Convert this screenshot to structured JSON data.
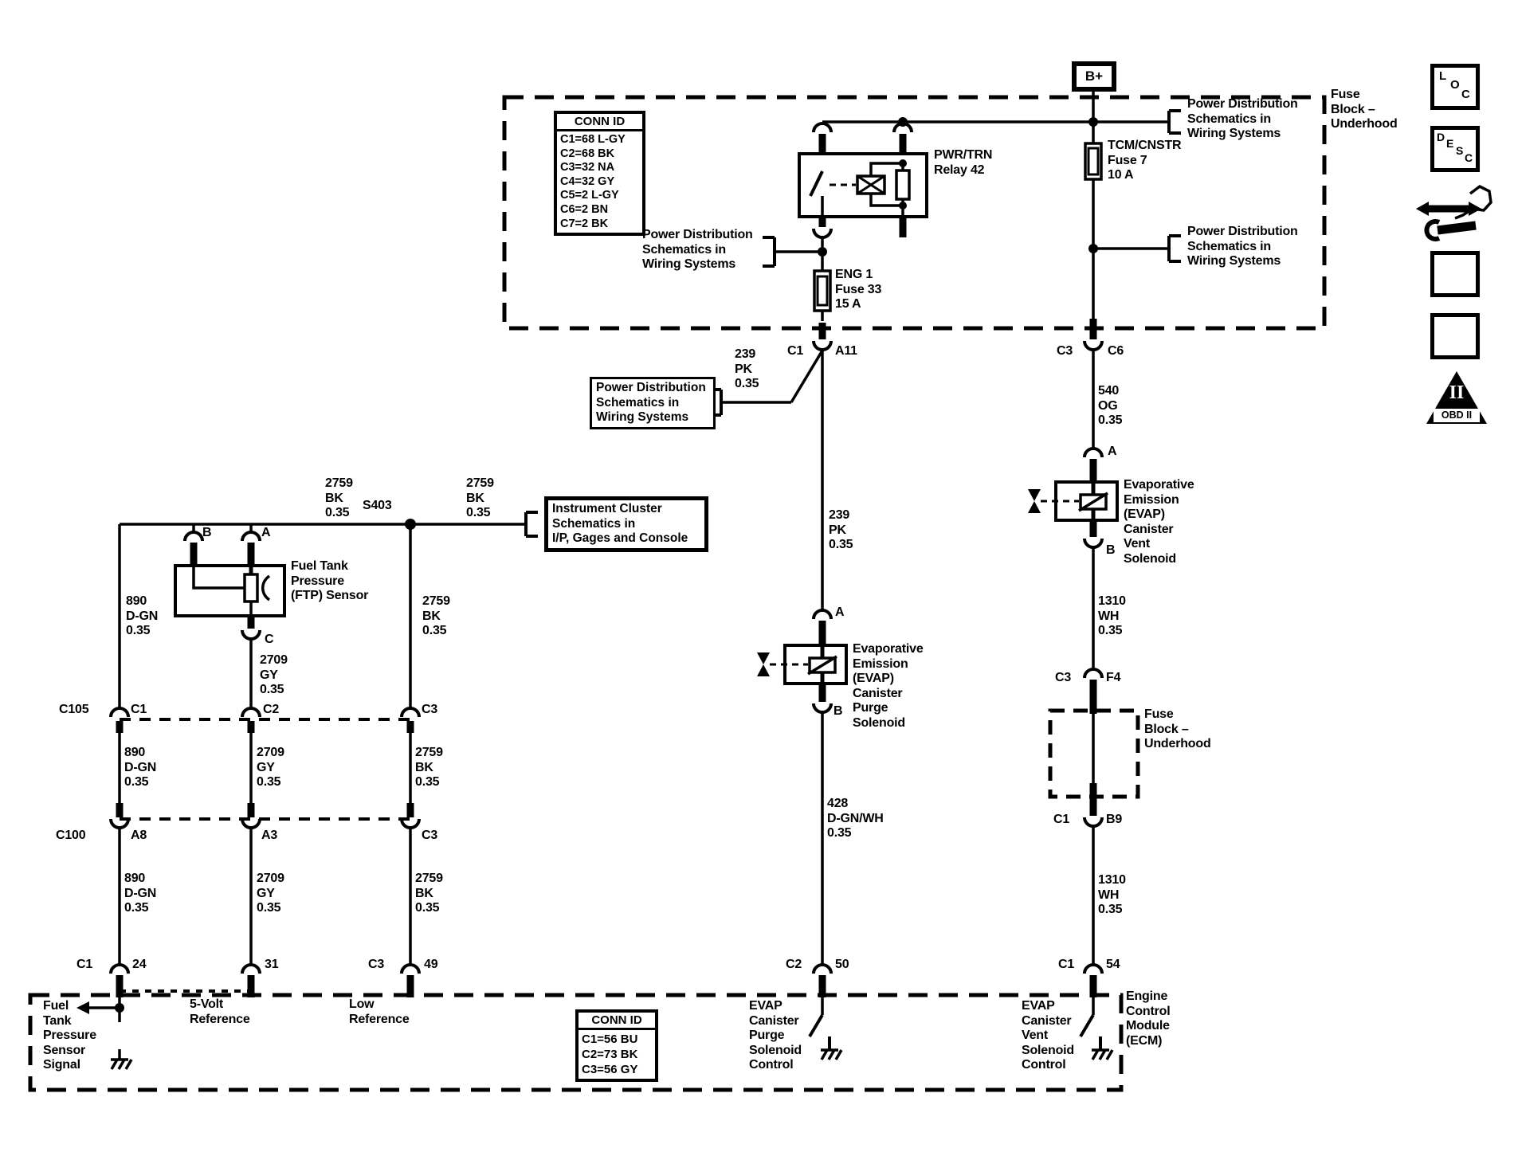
{
  "refs": {
    "power_distribution": "Power Distribution\nSchematics in\nWiring Systems",
    "instrument_cluster": "Instrument Cluster\nSchematics in\nI/P, Gages and Console",
    "fuse_block_underhood": "Fuse\nBlock –\nUnderhood"
  },
  "components": {
    "b_plus": "B+",
    "relay": "PWR/TRN\nRelay 42",
    "tcm_fuse": "TCM/CNSTR\nFuse 7\n10 A",
    "eng_fuse": "ENG 1\nFuse 33\n15 A",
    "ftp_sensor": "Fuel Tank\nPressure\n(FTP) Sensor",
    "evap_purge": "Evaporative\nEmission\n(EVAP)\nCanister\nPurge\nSolenoid",
    "evap_vent": "Evaporative\nEmission\n(EVAP)\nCanister\nVent\nSolenoid",
    "splice": "S403"
  },
  "wires": {
    "w239": "239\nPK\n0.35",
    "w540": "540\nOG\n0.35",
    "w890": "890\nD-GN\n0.35",
    "w2709": "2709\nGY\n0.35",
    "w2759": "2759\nBK\n0.35",
    "w428": "428\nD-GN/WH\n0.35",
    "w1310": "1310\nWH\n0.35"
  },
  "terminals": {
    "a": "A",
    "b": "B",
    "c": "C",
    "c1": "C1",
    "c2": "C2",
    "c3": "C3",
    "c6": "C6",
    "c100": "C100",
    "c105": "C105",
    "a3": "A3",
    "a8": "A8",
    "a11": "A11",
    "b9": "B9",
    "f4": "F4",
    "t24": "24",
    "t31": "31",
    "t49": "49",
    "t50": "50",
    "t54": "54"
  },
  "conn_id_top": {
    "title": "CONN ID",
    "rows": [
      "C1=68 L-GY",
      "C2=68 BK",
      "C3=32 NA",
      "C4=32 GY",
      "C5=2 L-GY",
      "C6=2 BN",
      "C7=2 BK"
    ]
  },
  "conn_id_bottom": {
    "title": "CONN ID",
    "rows": [
      "C1=56 BU",
      "C2=73 BK",
      "C3=56 GY"
    ]
  },
  "ecm": {
    "title": "Engine\nControl\nModule\n(ECM)",
    "ftp_signal": "Fuel\nTank\nPressure\nSensor\nSignal",
    "five_volt_ref": "5-Volt\nReference",
    "low_ref": "Low\nReference",
    "purge_control": "EVAP\nCanister\nPurge\nSolenoid\nControl",
    "vent_control": "EVAP\nCanister\nVent\nSolenoid\nControl"
  },
  "sidebar": {
    "loc": [
      "L",
      "O",
      "C"
    ],
    "desc": [
      "D",
      "E",
      "S",
      "C"
    ],
    "obd_numeral": "II",
    "obd_label": "OBD II"
  }
}
